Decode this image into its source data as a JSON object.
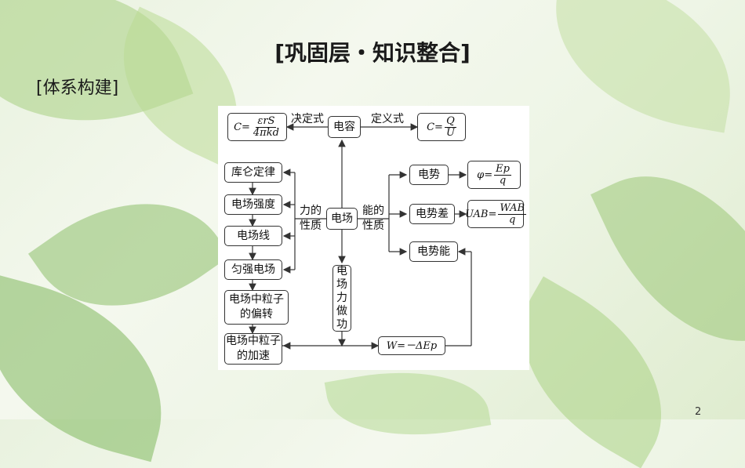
{
  "title": "[巩固层・知识整合]",
  "section": "[体系构建]",
  "page_number": "2",
  "diagram": {
    "capacitance": "电容",
    "decision_label": "决定式",
    "definition_label": "定义式",
    "formula_c_decision": {
      "left": "C=",
      "num": "εrS",
      "den": "4πkd"
    },
    "formula_c_definition": {
      "left": "C=",
      "num": "Q",
      "den": "U"
    },
    "field": "电场",
    "force_property": "力的性质",
    "energy_property": "能的性质",
    "left_items": [
      "库仑定律",
      "电场强度",
      "电场线",
      "匀强电场",
      "电场中粒子的偏转",
      "电场中粒子的加速"
    ],
    "right_items": [
      "电势",
      "电势差",
      "电势能"
    ],
    "formula_phi": {
      "left": "φ=",
      "num": "Ep",
      "den": "q"
    },
    "formula_u": {
      "left": "UAB=",
      "num": "WAB",
      "den": "q"
    },
    "work_box": "电场力做功",
    "formula_w": "W=－ΔEp"
  }
}
